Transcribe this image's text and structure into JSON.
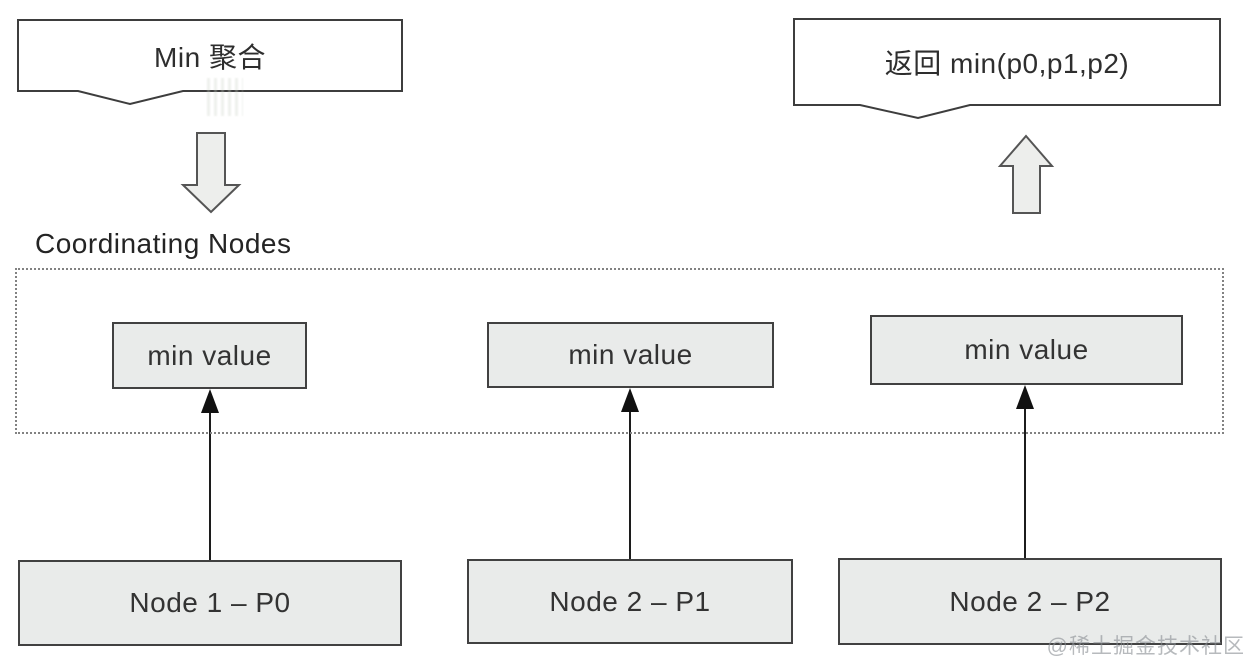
{
  "diagram": {
    "top_left_callout": {
      "label": "Min 聚合"
    },
    "top_right_callout": {
      "label": "返回 min(p0,p1,p2)"
    },
    "coordinating_nodes_label": "Coordinating Nodes",
    "min_value_boxes": [
      {
        "label": "min value"
      },
      {
        "label": "min value"
      },
      {
        "label": "min value"
      }
    ],
    "node_boxes": [
      {
        "label": "Node 1 – P0"
      },
      {
        "label": "Node 2 – P1"
      },
      {
        "label": "Node 2 – P2"
      }
    ],
    "watermark": "@稀土掘金技术社区",
    "colors": {
      "background": "#ffffff",
      "box_fill": "#e9ebea",
      "box_border": "#414141",
      "callout_fill": "#ffffff",
      "callout_border": "#3d3d3d",
      "block_arrow_fill": "#edeeec",
      "block_arrow_border": "#555555",
      "thin_arrow": "#1c1c1c",
      "dotted_border": "#828282",
      "watermark_color": "#8a9094"
    }
  }
}
